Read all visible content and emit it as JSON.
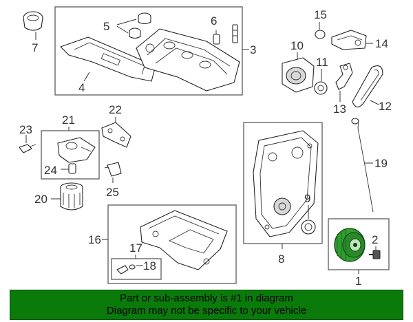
{
  "callouts": {
    "c1": "1",
    "c2": "2",
    "c3": "3",
    "c4": "4",
    "c5": "5",
    "c6": "6",
    "c7": "7",
    "c8": "8",
    "c9": "9",
    "c10": "10",
    "c11": "11",
    "c12": "12",
    "c13": "13",
    "c14": "14",
    "c15": "15",
    "c16": "16",
    "c17": "17",
    "c18": "18",
    "c19": "19",
    "c20": "20",
    "c21": "21",
    "c22": "22",
    "c23": "23",
    "c24": "24",
    "c25": "25"
  },
  "banner": {
    "line1": "Part or sub-assembly is #1 in diagram",
    "line2": "Diagram may not be specific to your vehicle"
  },
  "colors": {
    "banner_bg": "#0a7a0a",
    "highlight_part": "#2f9e2f"
  }
}
